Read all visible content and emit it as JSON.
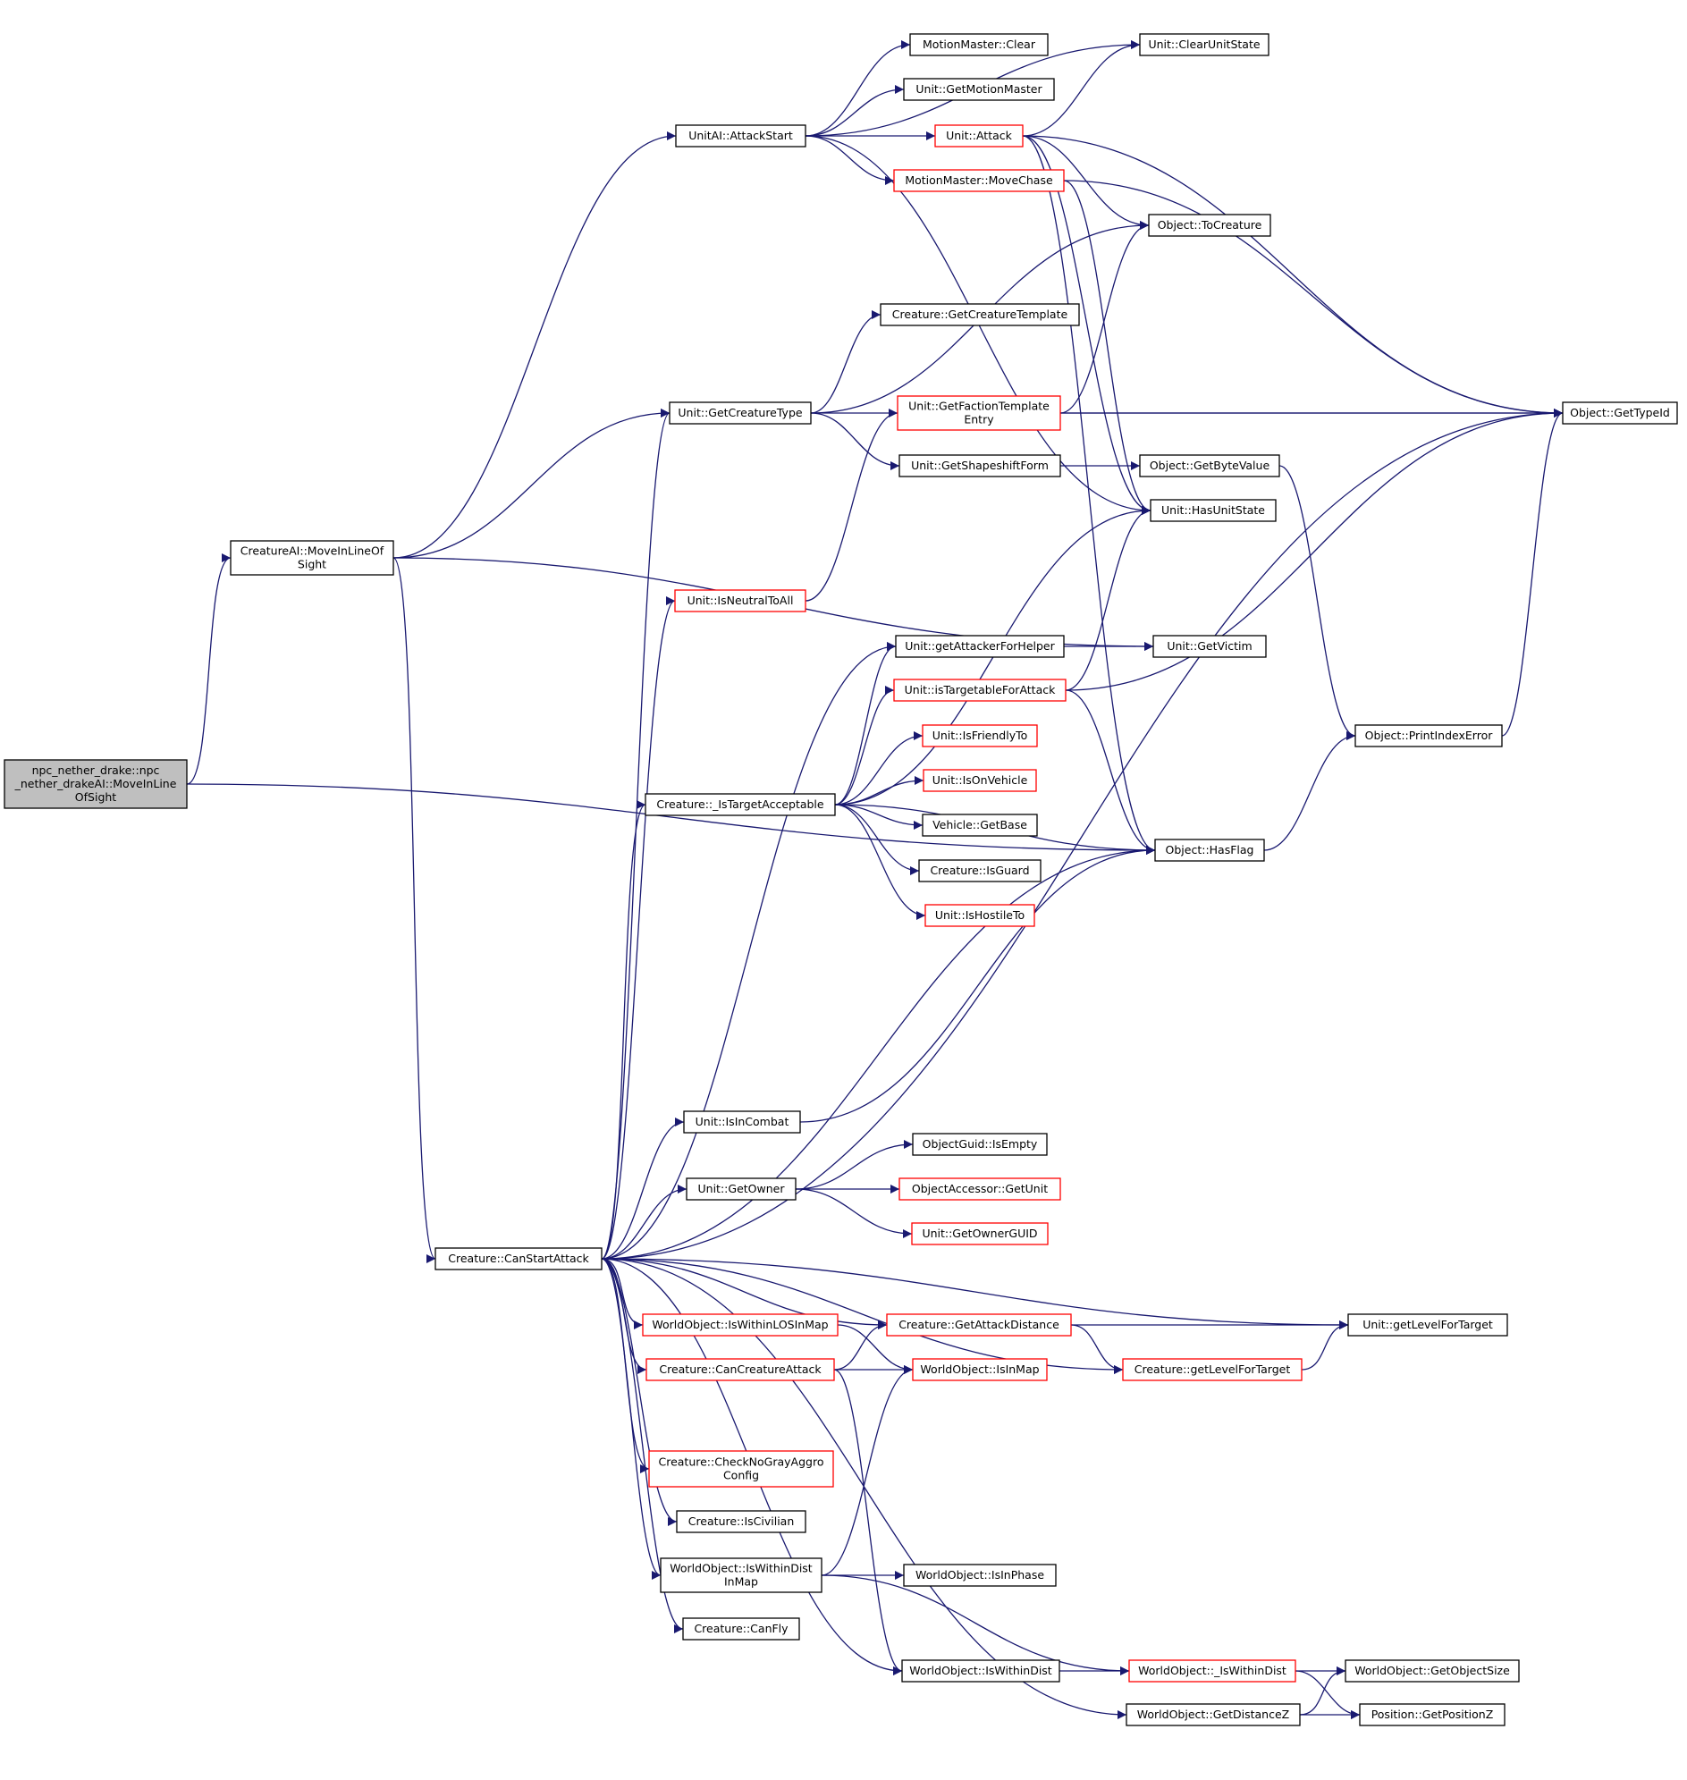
{
  "diagram": {
    "edge_color": "#191970",
    "node_border": "#000000",
    "truncated_border": "#ff0000",
    "root_fill": "#bfbfbf",
    "nodes": [
      {
        "id": "root",
        "lines": [
          "npc_nether_drake::npc",
          "_nether_drakeAI::MoveInLine",
          "OfSight"
        ],
        "root": true
      },
      {
        "id": "cai_move",
        "lines": [
          "CreatureAI::MoveInLineOf",
          "Sight"
        ]
      },
      {
        "id": "unitai_attackstart",
        "lines": [
          "UnitAI::AttackStart"
        ]
      },
      {
        "id": "mm_clear",
        "lines": [
          "MotionMaster::Clear"
        ]
      },
      {
        "id": "unit_clearunitstate",
        "lines": [
          "Unit::ClearUnitState"
        ]
      },
      {
        "id": "unit_getmotionmaster",
        "lines": [
          "Unit::GetMotionMaster"
        ]
      },
      {
        "id": "unit_attack",
        "lines": [
          "Unit::Attack"
        ],
        "truncated": true
      },
      {
        "id": "mm_movechase",
        "lines": [
          "MotionMaster::MoveChase"
        ],
        "truncated": true
      },
      {
        "id": "obj_tocreature",
        "lines": [
          "Object::ToCreature"
        ]
      },
      {
        "id": "cr_getcreaturetemplate",
        "lines": [
          "Creature::GetCreatureTemplate"
        ]
      },
      {
        "id": "unit_getcreaturetype",
        "lines": [
          "Unit::GetCreatureType"
        ]
      },
      {
        "id": "unit_getfactiontemplate",
        "lines": [
          "Unit::GetFactionTemplate",
          "Entry"
        ],
        "truncated": true
      },
      {
        "id": "obj_gettypeid",
        "lines": [
          "Object::GetTypeId"
        ]
      },
      {
        "id": "unit_getshapeshiftform",
        "lines": [
          "Unit::GetShapeshiftForm"
        ]
      },
      {
        "id": "obj_getbytevalue",
        "lines": [
          "Object::GetByteValue"
        ]
      },
      {
        "id": "unit_hasunitstate",
        "lines": [
          "Unit::HasUnitState"
        ]
      },
      {
        "id": "unit_isneutraltoall",
        "lines": [
          "Unit::IsNeutralToAll"
        ],
        "truncated": true
      },
      {
        "id": "unit_getattackerforhelper",
        "lines": [
          "Unit::getAttackerForHelper"
        ]
      },
      {
        "id": "unit_getvictim",
        "lines": [
          "Unit::GetVictim"
        ]
      },
      {
        "id": "unit_istargetableforattack",
        "lines": [
          "Unit::isTargetableForAttack"
        ],
        "truncated": true
      },
      {
        "id": "obj_printindexerror",
        "lines": [
          "Object::PrintIndexError"
        ]
      },
      {
        "id": "unit_isfriendlyto",
        "lines": [
          "Unit::IsFriendlyTo"
        ],
        "truncated": true
      },
      {
        "id": "unit_isonvehicle",
        "lines": [
          "Unit::IsOnVehicle"
        ],
        "truncated": true
      },
      {
        "id": "cr_istargetacceptable",
        "lines": [
          "Creature::_IsTargetAcceptable"
        ]
      },
      {
        "id": "vehicle_getbase",
        "lines": [
          "Vehicle::GetBase"
        ]
      },
      {
        "id": "obj_hasflag",
        "lines": [
          "Object::HasFlag"
        ]
      },
      {
        "id": "cr_isguard",
        "lines": [
          "Creature::IsGuard"
        ]
      },
      {
        "id": "unit_ishostileto",
        "lines": [
          "Unit::IsHostileTo"
        ],
        "truncated": true
      },
      {
        "id": "unit_isincombat",
        "lines": [
          "Unit::IsInCombat"
        ]
      },
      {
        "id": "objguid_isempty",
        "lines": [
          "ObjectGuid::IsEmpty"
        ]
      },
      {
        "id": "unit_getowner",
        "lines": [
          "Unit::GetOwner"
        ]
      },
      {
        "id": "objacc_getunit",
        "lines": [
          "ObjectAccessor::GetUnit"
        ],
        "truncated": true
      },
      {
        "id": "unit_getownerguid",
        "lines": [
          "Unit::GetOwnerGUID"
        ],
        "truncated": true
      },
      {
        "id": "cr_canstartattack",
        "lines": [
          "Creature::CanStartAttack"
        ]
      },
      {
        "id": "wo_iswithinlosinmap",
        "lines": [
          "WorldObject::IsWithinLOSInMap"
        ],
        "truncated": true
      },
      {
        "id": "cr_getattackdistance",
        "lines": [
          "Creature::GetAttackDistance"
        ],
        "truncated": true
      },
      {
        "id": "unit_getlevelfortarget",
        "lines": [
          "Unit::getLevelForTarget"
        ]
      },
      {
        "id": "cr_cancreatureattack",
        "lines": [
          "Creature::CanCreatureAttack"
        ],
        "truncated": true
      },
      {
        "id": "wo_isinmap",
        "lines": [
          "WorldObject::IsInMap"
        ],
        "truncated": true
      },
      {
        "id": "cr_getlevelfortarget",
        "lines": [
          "Creature::getLevelForTarget"
        ],
        "truncated": true
      },
      {
        "id": "cr_checknograyaggro",
        "lines": [
          "Creature::CheckNoGrayAggro",
          "Config"
        ],
        "truncated": true
      },
      {
        "id": "cr_iscivilian",
        "lines": [
          "Creature::IsCivilian"
        ]
      },
      {
        "id": "wo_iswithindistinmap",
        "lines": [
          "WorldObject::IsWithinDist",
          "InMap"
        ]
      },
      {
        "id": "wo_isinphase",
        "lines": [
          "WorldObject::IsInPhase"
        ]
      },
      {
        "id": "cr_canfly",
        "lines": [
          "Creature::CanFly"
        ]
      },
      {
        "id": "wo_iswithindist",
        "lines": [
          "WorldObject::IsWithinDist"
        ]
      },
      {
        "id": "wo__iswithindist",
        "lines": [
          "WorldObject::_IsWithinDist"
        ],
        "truncated": true
      },
      {
        "id": "wo_getobjectsize",
        "lines": [
          "WorldObject::GetObjectSize"
        ]
      },
      {
        "id": "wo_getdistancez",
        "lines": [
          "WorldObject::GetDistanceZ"
        ]
      },
      {
        "id": "pos_getpositionz",
        "lines": [
          "Position::GetPositionZ"
        ]
      }
    ],
    "edges": [
      [
        "root",
        "cai_move"
      ],
      [
        "root",
        "obj_hasflag"
      ],
      [
        "cai_move",
        "unitai_attackstart"
      ],
      [
        "cai_move",
        "unit_getcreaturetype"
      ],
      [
        "cai_move",
        "cr_canstartattack"
      ],
      [
        "cai_move",
        "unit_getvictim"
      ],
      [
        "unitai_attackstart",
        "unit_clearunitstate"
      ],
      [
        "unitai_attackstart",
        "mm_clear"
      ],
      [
        "unitai_attackstart",
        "unit_getmotionmaster"
      ],
      [
        "unitai_attackstart",
        "unit_attack"
      ],
      [
        "unitai_attackstart",
        "mm_movechase"
      ],
      [
        "unitai_attackstart",
        "unit_hasunitstate"
      ],
      [
        "unit_attack",
        "unit_clearunitstate"
      ],
      [
        "unit_attack",
        "obj_tocreature"
      ],
      [
        "unit_attack",
        "obj_gettypeid"
      ],
      [
        "unit_attack",
        "unit_hasunitstate"
      ],
      [
        "unit_attack",
        "obj_hasflag"
      ],
      [
        "mm_movechase",
        "obj_gettypeid"
      ],
      [
        "mm_movechase",
        "unit_hasunitstate"
      ],
      [
        "unit_getcreaturetype",
        "obj_tocreature"
      ],
      [
        "unit_getcreaturetype",
        "cr_getcreaturetemplate"
      ],
      [
        "unit_getcreaturetype",
        "obj_gettypeid"
      ],
      [
        "unit_getcreaturetype",
        "unit_getshapeshiftform"
      ],
      [
        "unit_getfactiontemplate",
        "obj_tocreature"
      ],
      [
        "unit_getfactiontemplate",
        "obj_gettypeid"
      ],
      [
        "unit_getshapeshiftform",
        "obj_getbytevalue"
      ],
      [
        "obj_getbytevalue",
        "obj_printindexerror"
      ],
      [
        "obj_printindexerror",
        "obj_gettypeid"
      ],
      [
        "obj_hasflag",
        "obj_printindexerror"
      ],
      [
        "unit_isneutraltoall",
        "unit_getfactiontemplate"
      ],
      [
        "unit_getattackerforhelper",
        "unit_getvictim"
      ],
      [
        "unit_istargetableforattack",
        "unit_hasunitstate"
      ],
      [
        "unit_istargetableforattack",
        "obj_gettypeid"
      ],
      [
        "unit_istargetableforattack",
        "obj_hasflag"
      ],
      [
        "cr_istargetacceptable",
        "unit_hasunitstate"
      ],
      [
        "cr_istargetacceptable",
        "unit_getattackerforhelper"
      ],
      [
        "cr_istargetacceptable",
        "unit_istargetableforattack"
      ],
      [
        "cr_istargetacceptable",
        "unit_isfriendlyto"
      ],
      [
        "cr_istargetacceptable",
        "unit_isonvehicle"
      ],
      [
        "cr_istargetacceptable",
        "vehicle_getbase"
      ],
      [
        "cr_istargetacceptable",
        "cr_isguard"
      ],
      [
        "cr_istargetacceptable",
        "unit_ishostileto"
      ],
      [
        "cr_istargetacceptable",
        "obj_hasflag"
      ],
      [
        "unit_isincombat",
        "obj_hasflag"
      ],
      [
        "unit_getowner",
        "objguid_isempty"
      ],
      [
        "unit_getowner",
        "objacc_getunit"
      ],
      [
        "unit_getowner",
        "unit_getownerguid"
      ],
      [
        "cr_canstartattack",
        "unit_getcreaturetype"
      ],
      [
        "cr_canstartattack",
        "unit_isneutraltoall"
      ],
      [
        "cr_canstartattack",
        "obj_gettypeid"
      ],
      [
        "cr_canstartattack",
        "unit_getattackerforhelper"
      ],
      [
        "cr_canstartattack",
        "cr_istargetacceptable"
      ],
      [
        "cr_canstartattack",
        "obj_hasflag"
      ],
      [
        "cr_canstartattack",
        "unit_isincombat"
      ],
      [
        "cr_canstartattack",
        "unit_getowner"
      ],
      [
        "cr_canstartattack",
        "unit_getlevelfortarget"
      ],
      [
        "cr_canstartattack",
        "cr_getattackdistance"
      ],
      [
        "cr_canstartattack",
        "wo_iswithinlosinmap"
      ],
      [
        "cr_canstartattack",
        "cr_cancreatureattack"
      ],
      [
        "cr_canstartattack",
        "cr_getlevelfortarget"
      ],
      [
        "cr_canstartattack",
        "cr_checknograyaggro"
      ],
      [
        "cr_canstartattack",
        "cr_iscivilian"
      ],
      [
        "cr_canstartattack",
        "wo_iswithindistinmap"
      ],
      [
        "cr_canstartattack",
        "cr_canfly"
      ],
      [
        "cr_canstartattack",
        "wo_iswithindist"
      ],
      [
        "cr_canstartattack",
        "wo_getdistancez"
      ],
      [
        "wo_iswithinlosinmap",
        "wo_isinmap"
      ],
      [
        "cr_getattackdistance",
        "unit_getlevelfortarget"
      ],
      [
        "cr_getattackdistance",
        "cr_getlevelfortarget"
      ],
      [
        "cr_getlevelfortarget",
        "unit_getlevelfortarget"
      ],
      [
        "cr_cancreatureattack",
        "cr_getattackdistance"
      ],
      [
        "cr_cancreatureattack",
        "wo_isinmap"
      ],
      [
        "cr_cancreatureattack",
        "wo_iswithindist"
      ],
      [
        "wo_iswithindistinmap",
        "wo_isinmap"
      ],
      [
        "wo_iswithindistinmap",
        "wo_isinphase"
      ],
      [
        "wo_iswithindistinmap",
        "wo__iswithindist"
      ],
      [
        "wo_iswithindist",
        "wo__iswithindist"
      ],
      [
        "wo__iswithindist",
        "wo_getobjectsize"
      ],
      [
        "wo__iswithindist",
        "pos_getpositionz"
      ],
      [
        "wo_getdistancez",
        "wo_getobjectsize"
      ],
      [
        "wo_getdistancez",
        "pos_getpositionz"
      ]
    ]
  }
}
